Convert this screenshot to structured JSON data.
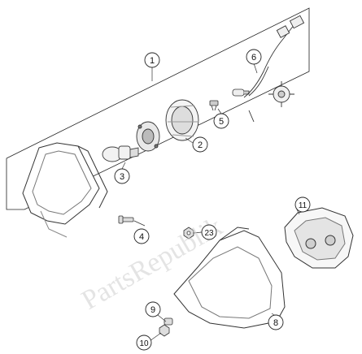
{
  "watermark": "PartsRepublik",
  "callouts": [
    {
      "id": "c1",
      "label": "1"
    },
    {
      "id": "c2",
      "label": "2"
    },
    {
      "id": "c3",
      "label": "3"
    },
    {
      "id": "c4",
      "label": "4"
    },
    {
      "id": "c5",
      "label": "5"
    },
    {
      "id": "c6",
      "label": "6"
    },
    {
      "id": "c8",
      "label": "8"
    },
    {
      "id": "c9",
      "label": "9"
    },
    {
      "id": "c10",
      "label": "10"
    },
    {
      "id": "c11",
      "label": "11"
    },
    {
      "id": "c23",
      "label": "23"
    }
  ]
}
